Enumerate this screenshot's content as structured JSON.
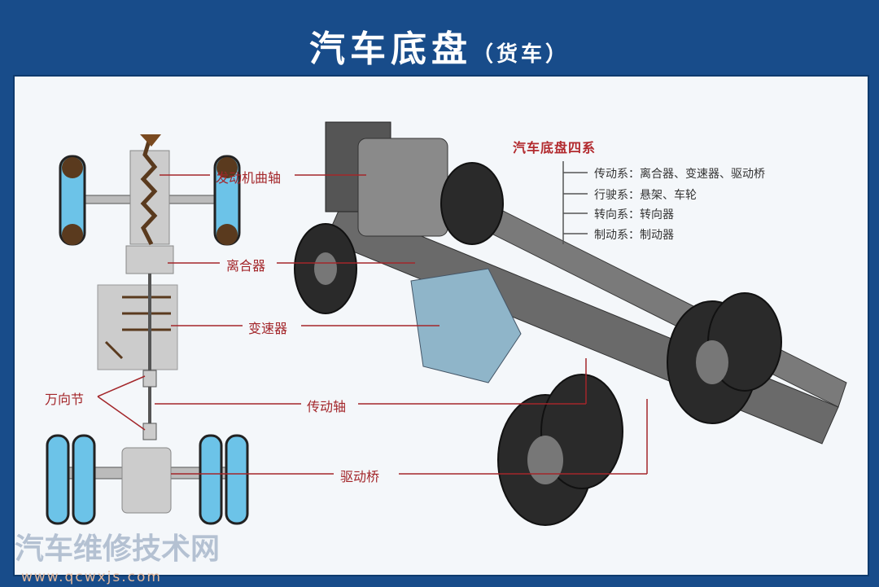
{
  "header": {
    "title": "汽车底盘",
    "subtitle": "（货车）"
  },
  "labels": {
    "crankshaft": "发动机曲轴",
    "clutch": "离合器",
    "gearbox": "变速器",
    "universal_joint": "万向节",
    "drive_shaft": "传动轴",
    "drive_axle": "驱动桥"
  },
  "legend": {
    "title": "汽车底盘四系",
    "items": [
      "传动系：离合器、变速器、驱动桥",
      "行驶系：悬架、车轮",
      "转向系：转向器",
      "制动系：制动器"
    ]
  },
  "watermark": {
    "text": "汽车维修技术网",
    "url": "www.qcwxjs.com"
  },
  "colors": {
    "frame": "#184c8a",
    "label": "#a3262a",
    "tire_fill": "#6cc3e8"
  }
}
